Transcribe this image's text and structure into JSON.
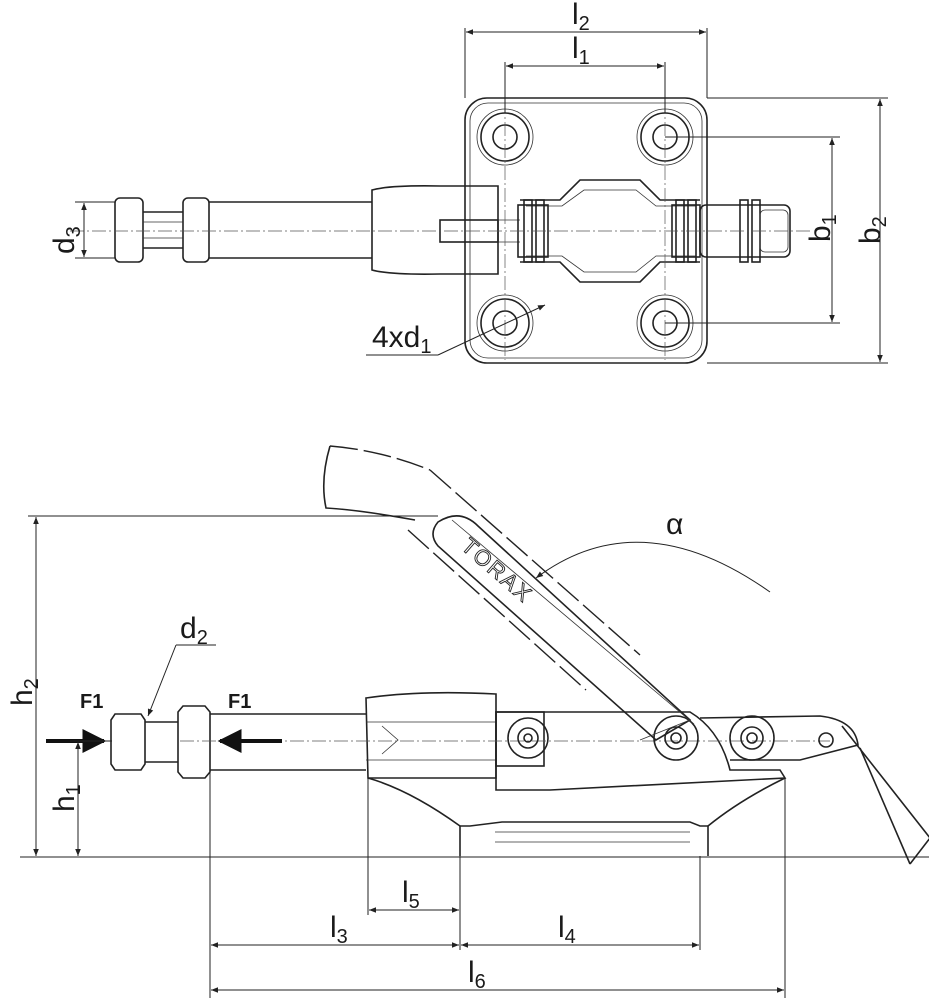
{
  "labels": {
    "l1": "l",
    "l1_sub": "1",
    "l2": "l",
    "l2_sub": "2",
    "l3": "l",
    "l3_sub": "3",
    "l4": "l",
    "l4_sub": "4",
    "l5": "l",
    "l5_sub": "5",
    "l6": "l",
    "l6_sub": "6",
    "b1": "b",
    "b1_sub": "1",
    "b2": "b",
    "b2_sub": "2",
    "d1": "4xd",
    "d1_sub": "1",
    "d2": "d",
    "d2_sub": "2",
    "d3": "d",
    "d3_sub": "3",
    "h1": "h",
    "h1_sub": "1",
    "h2": "h",
    "h2_sub": "2",
    "alpha": "α",
    "force_left": "F1",
    "force_right": "F1",
    "brand": "TORAX"
  }
}
